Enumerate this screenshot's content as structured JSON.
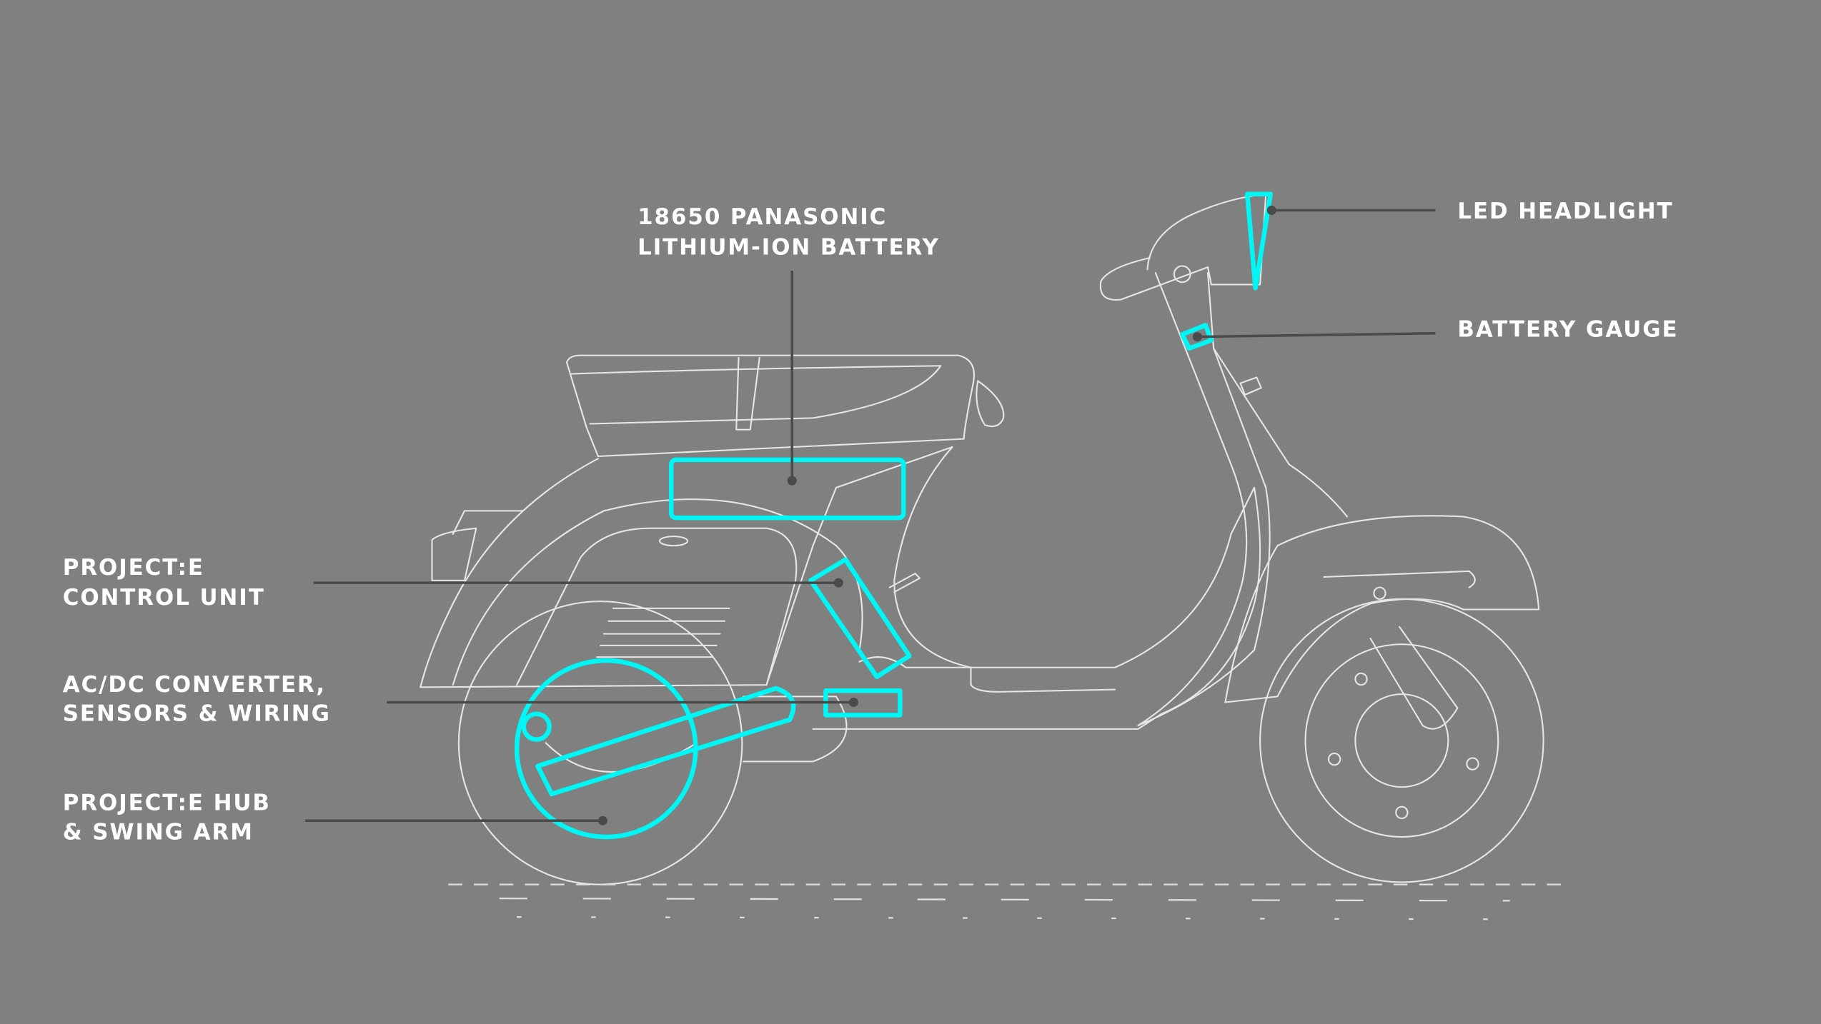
{
  "labels": {
    "battery": {
      "line1": "18650 PANASONIC",
      "line2": "LITHIUM-ION BATTERY"
    },
    "headlight": {
      "line1": "LED HEADLIGHT"
    },
    "gauge": {
      "line1": "BATTERY GAUGE"
    },
    "control_unit": {
      "line1": "PROJECT:E",
      "line2": "CONTROL UNIT"
    },
    "converter": {
      "line1": "AC/DC CONVERTER,",
      "line2": "SENSORS & WIRING"
    },
    "hub": {
      "line1": "PROJECT:E HUB",
      "line2": "& SWING ARM"
    }
  },
  "colors": {
    "background": "#808080",
    "highlight": "#00f5f5",
    "outline": "#e6e6e6",
    "leader": "#4a4a4a"
  }
}
